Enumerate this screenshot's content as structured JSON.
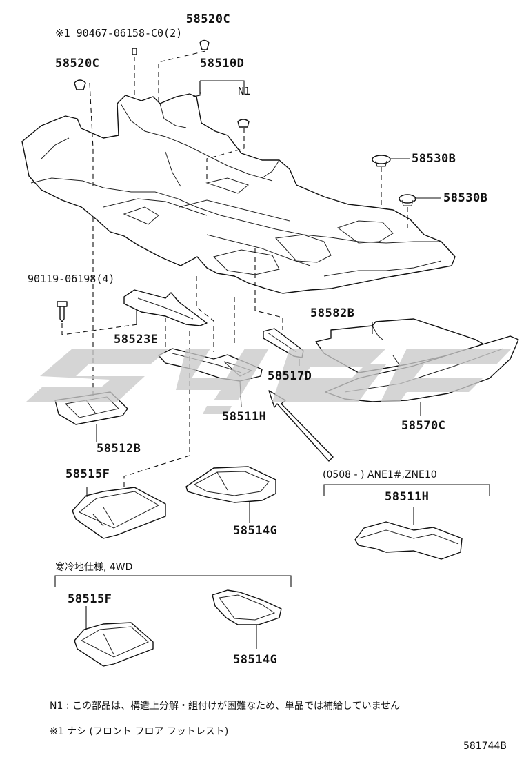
{
  "parts": {
    "p_58520C_top": "58520C",
    "p_note1_clip": "※1 90467-06158-C0(2)",
    "p_58520C_left": "58520C",
    "p_58510D": "58510D",
    "p_N1": "N1",
    "p_58530B_a": "58530B",
    "p_58530B_b": "58530B",
    "p_90119": "90119-06198(4)",
    "p_58523E": "58523E",
    "p_58582B": "58582B",
    "p_58517D": "58517D",
    "p_58511H": "58511H",
    "p_58570C": "58570C",
    "p_58512B": "58512B",
    "p_58515F": "58515F",
    "p_58514G": "58514G",
    "p_58511H_b": "58511H",
    "p_58515F_b": "58515F",
    "p_58514G_b": "58514G"
  },
  "notes": {
    "range_label": "(0508 -          ) ANE1#,ZNE10",
    "cold_spec": "寒冷地仕様,  4WD",
    "footnote_n1": "N1 : この部品は、構造上分解・組付けが困難なため、単品では補給していません",
    "footnote_1": "※1  ナシ (フロント   フロア   フットレスト)",
    "diagram_id": "581744B"
  },
  "icons": {
    "watermark": "brand-logo-watermark",
    "arrow": "direction-arrow"
  }
}
